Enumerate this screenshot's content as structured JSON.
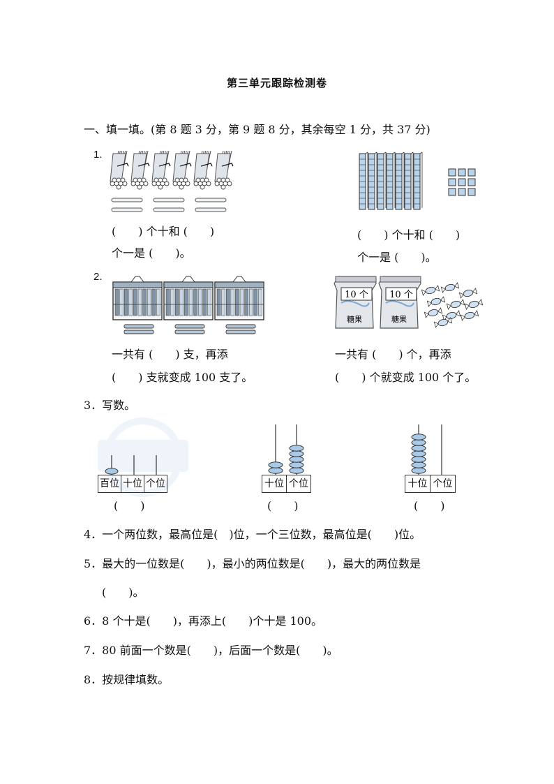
{
  "title": "第三单元跟踪检测卷",
  "section1": "一、填一填。(第 8 题 3 分，第 9 题 8 分，其余每空 1 分，共 37 分)",
  "q1": {
    "num": "1.",
    "left": {
      "line1": "(　　) 个十和 (　　)",
      "line2": "个一是 (　　)。"
    },
    "right": {
      "line1": "(　　) 个十和 (　　)",
      "line2": "个一是 (　　)。"
    }
  },
  "q2": {
    "num": "2.",
    "left": {
      "line1": "一共有 (　　) 支，再添",
      "line2": "(　　) 支就变成 100 支了。"
    },
    "right": {
      "bag_label": "10 个",
      "bag_name": "糖果",
      "line1": "一共有 (　　) 个，再添",
      "line2": "(　　) 个就变成 100 个了。"
    }
  },
  "q3": {
    "title": "3．写数。",
    "abacus1": {
      "labels": [
        "百位",
        "十位",
        "个位"
      ],
      "answer": "(　　)"
    },
    "abacus2": {
      "labels": [
        "十位",
        "个位"
      ],
      "answer": "(　　)"
    },
    "abacus3": {
      "labels": [
        "十位",
        "个位"
      ],
      "answer": "(　　)"
    }
  },
  "q4": "4．一个两位数，最高位是(　)位，一个三位数，最高位是(　　)位。",
  "q5": {
    "line1": "5．最大的一位数是(　　)，最小的两位数是(　　)，最大的两位数是",
    "line2": "(　　)。"
  },
  "q6": "6．8 个十是(　　)，再添上(　　)个十是 100。",
  "q7": "7．80 前面一个数是(　　)，后面一个数是(　　)。",
  "q8": "8．按规律填数。",
  "colors": {
    "cube": "#b9d3ea",
    "bead": "#a9c9e8",
    "watermark": "#cfe2f3"
  }
}
